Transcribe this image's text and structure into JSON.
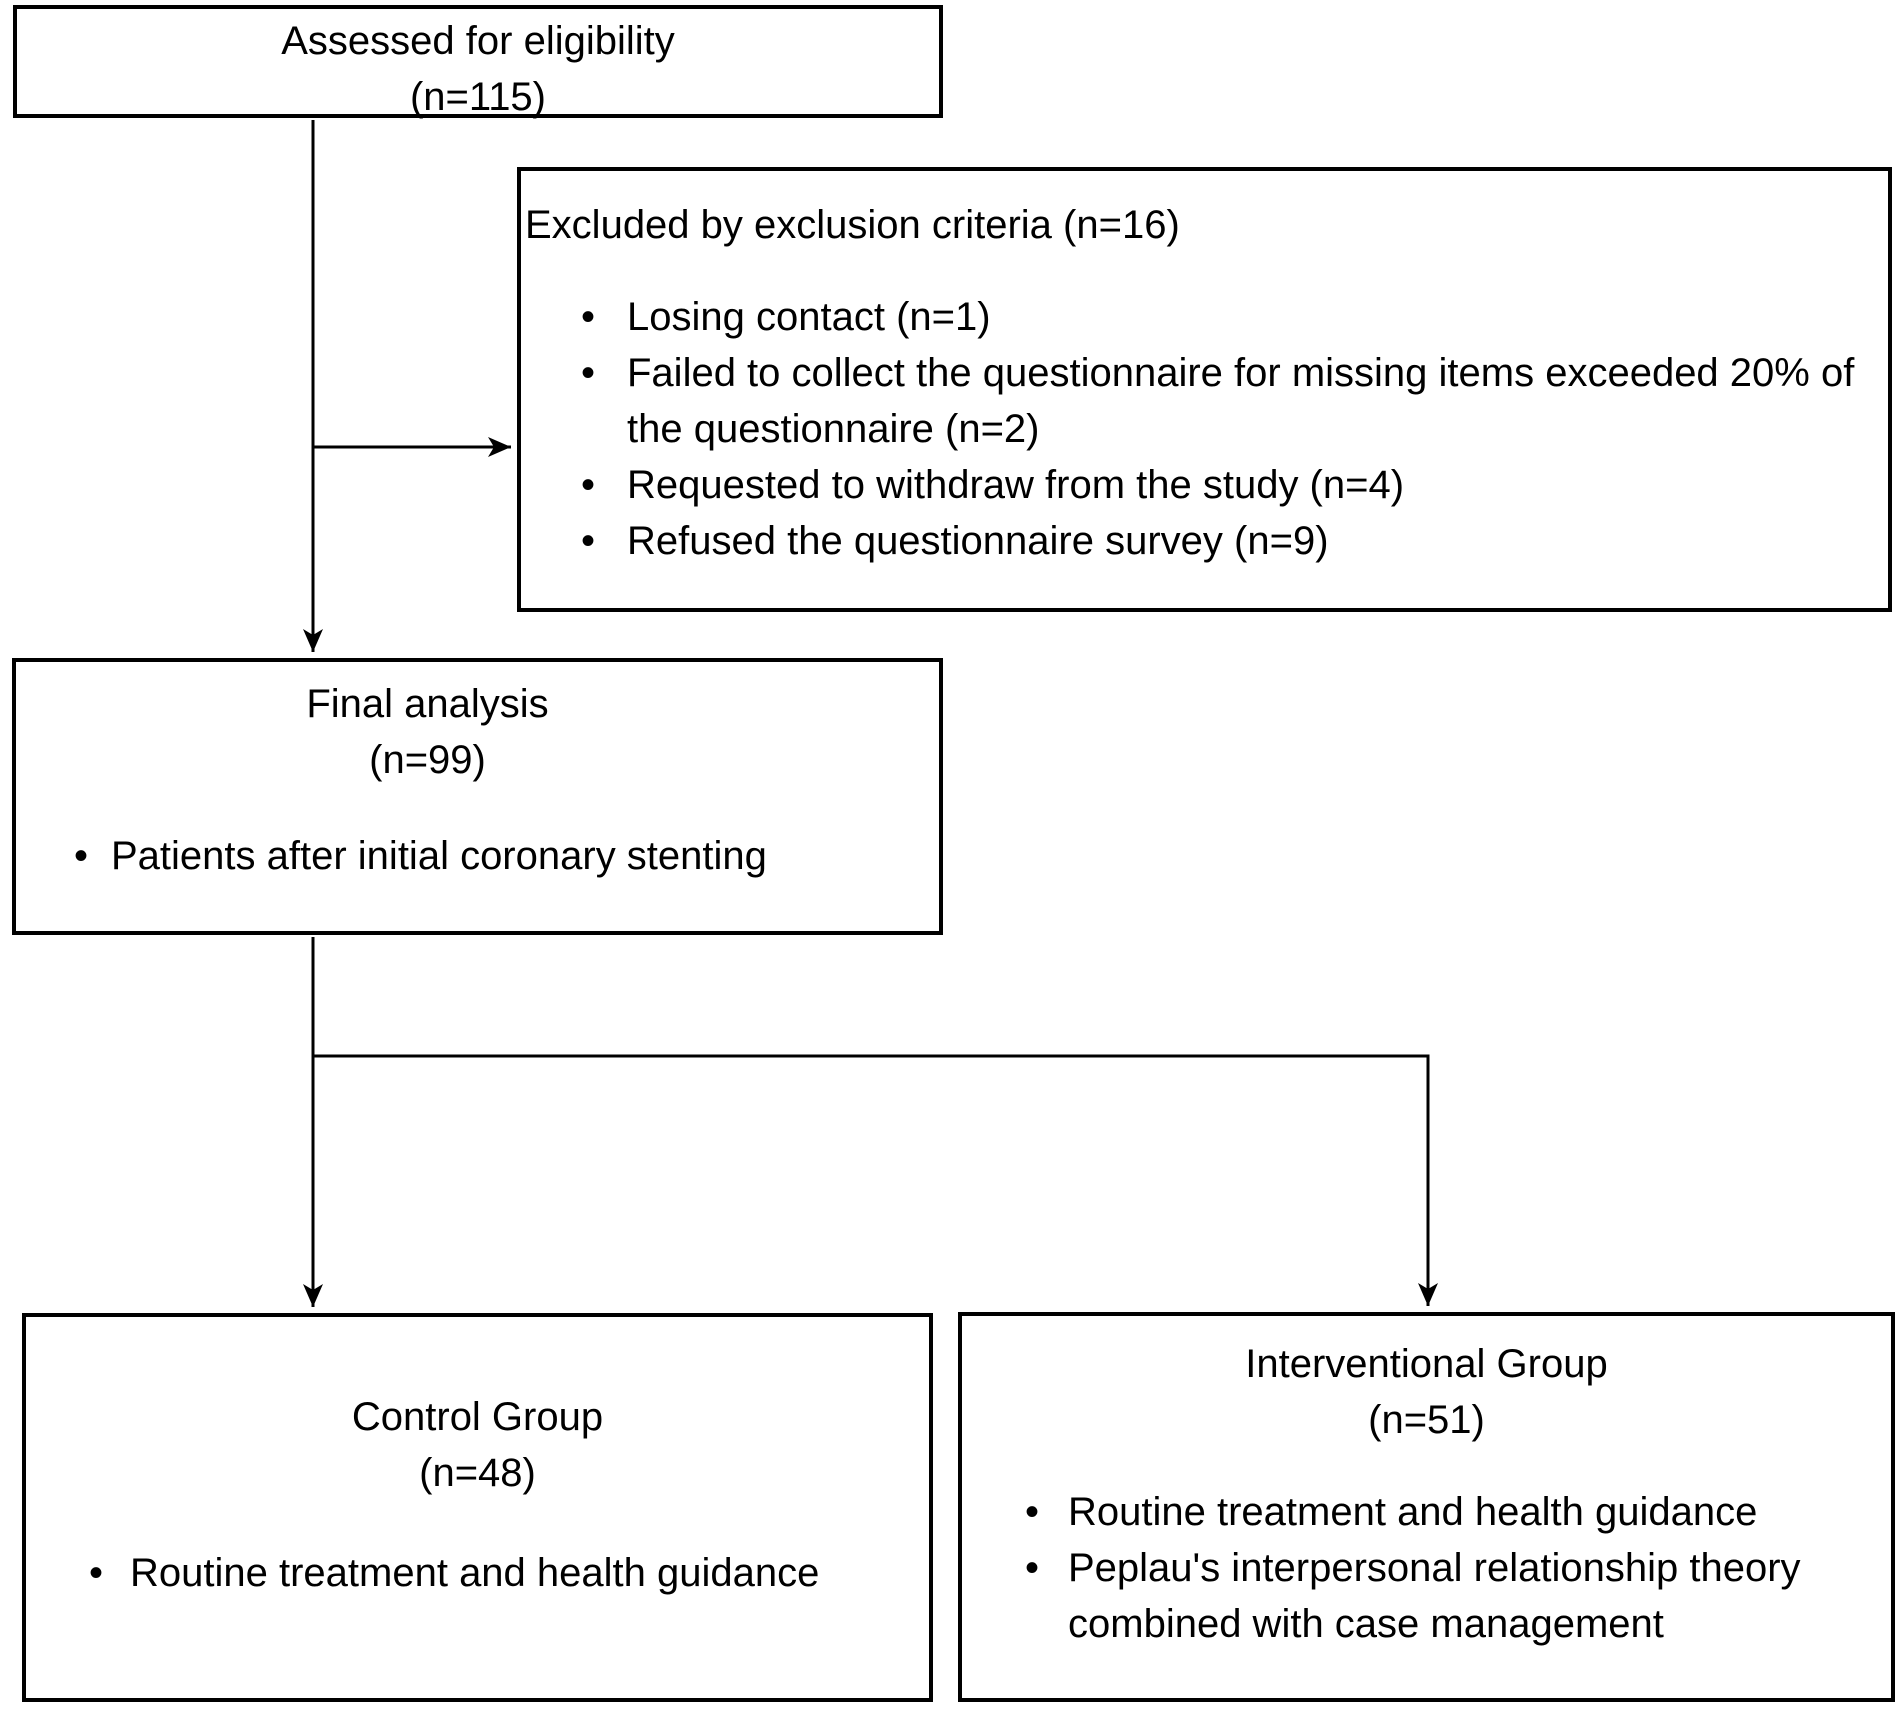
{
  "colors": {
    "line": "#000000",
    "text": "#000000",
    "box_border": "#000000",
    "box_background": "#ffffff",
    "page_background": "#ffffff"
  },
  "boxes": {
    "assessed": {
      "title": "Assessed for eligibility",
      "count": "(n=115)"
    },
    "excluded": {
      "title": "Excluded by exclusion criteria (n=16)",
      "items": [
        "Losing contact (n=1)",
        "Failed to collect the questionnaire for missing items exceeded 20% of the questionnaire (n=2)",
        "Requested to withdraw from the study (n=4)",
        "Refused the questionnaire survey (n=9)"
      ]
    },
    "final_analysis": {
      "title": "Final analysis",
      "count": "(n=99)",
      "items": [
        "Patients after initial coronary stenting"
      ]
    },
    "control": {
      "title": "Control Group",
      "count": "(n=48)",
      "items": [
        "Routine treatment and health guidance"
      ]
    },
    "interventional": {
      "title": "Interventional Group",
      "count": "(n=51)",
      "items": [
        "Routine treatment and health guidance",
        "Peplau's interpersonal relationship theory combined with case management"
      ]
    }
  }
}
